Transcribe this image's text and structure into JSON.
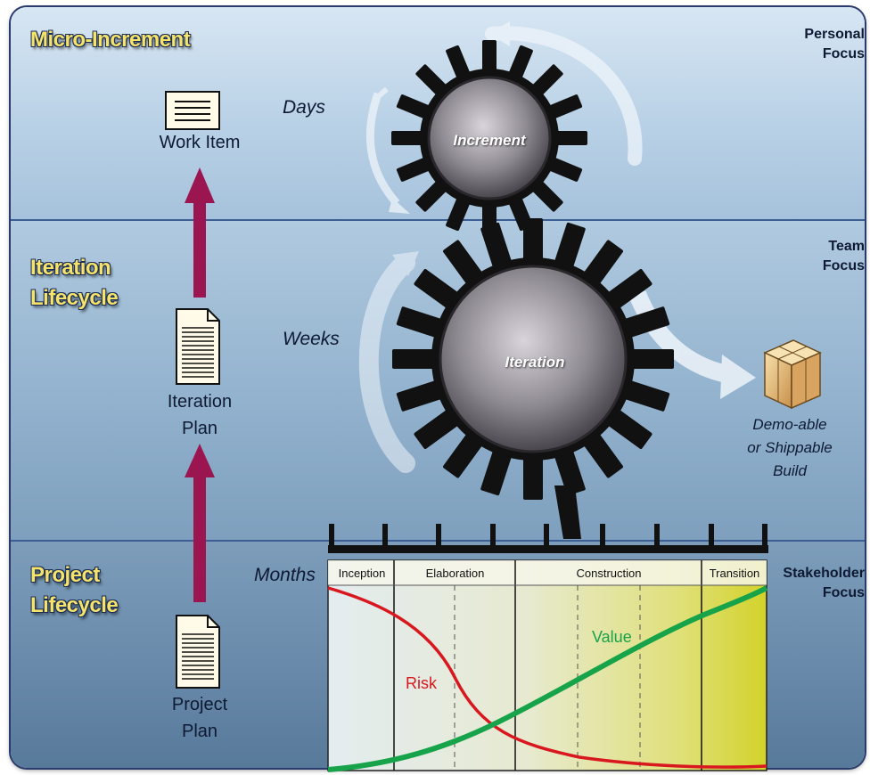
{
  "sections": {
    "micro": "Micro-Increment",
    "iteration": "Iteration\nLifecycle",
    "project": "Project\nLifecycle"
  },
  "focus": {
    "personal": "Personal\nFocus",
    "team": "Team\nFocus",
    "stakeholder": "Stakeholder\nFocus"
  },
  "time_scales": {
    "days": "Days",
    "weeks": "Weeks",
    "months": "Months"
  },
  "documents": {
    "work_item": "Work Item",
    "iteration_plan": "Iteration\nPlan",
    "project_plan": "Project\nPlan"
  },
  "gears": {
    "increment": "Increment",
    "iteration": "Iteration"
  },
  "build": "Demo-able\nor Shippable\nBuild",
  "phases": [
    "Inception",
    "Elaboration",
    "Construction",
    "Transition"
  ],
  "curves": {
    "risk": "Risk",
    "value": "Value"
  },
  "colors": {
    "label_yellow": "#f6e36a",
    "arrow_maroon": "#9b1650",
    "risk_red": "#d8181e",
    "value_green": "#17a34a",
    "phase_yellow": "#c8c81e"
  },
  "icons": [
    "document-icon",
    "up-arrow-icon",
    "gear-icon",
    "curved-arrow-icon",
    "package-box-icon"
  ]
}
